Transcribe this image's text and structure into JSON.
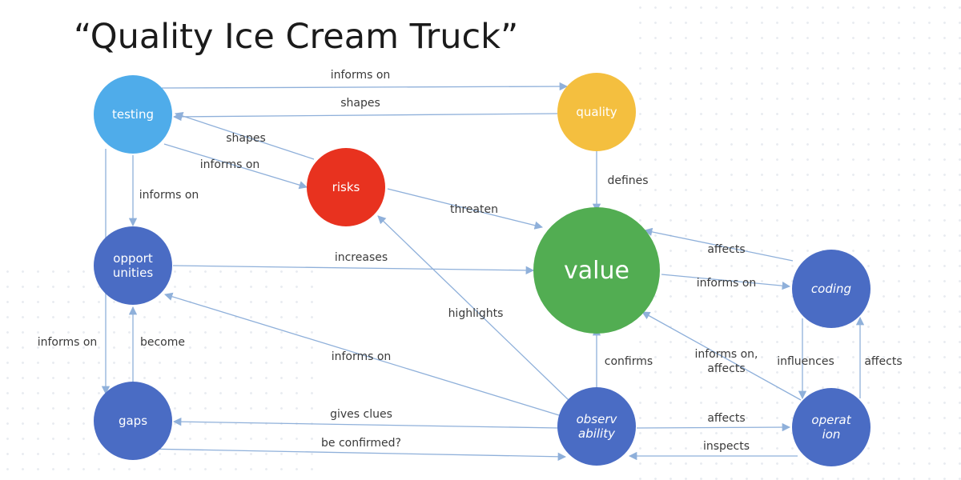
{
  "title": "“Quality Ice Cream Truck”",
  "colors": {
    "light_blue": "#4facea",
    "yellow": "#f4bf3f",
    "red": "#e8321f",
    "green": "#52ad52",
    "dark_blue": "#4a6cc4",
    "edge": "#8fb0da"
  },
  "nodes": {
    "testing": {
      "lines": [
        "testing"
      ]
    },
    "quality": {
      "lines": [
        "quality"
      ]
    },
    "risks": {
      "lines": [
        "risks"
      ]
    },
    "value": {
      "lines": [
        "value"
      ]
    },
    "opportunities": {
      "lines": [
        "opport",
        "unities"
      ]
    },
    "coding": {
      "lines": [
        "coding"
      ]
    },
    "gaps": {
      "lines": [
        "gaps"
      ]
    },
    "observability": {
      "lines": [
        "observ",
        "ability"
      ]
    },
    "operation": {
      "lines": [
        "operat",
        "ion"
      ]
    }
  },
  "edges": {
    "testing_quality": [
      "informs on"
    ],
    "quality_testing": [
      "shapes"
    ],
    "risks_testing": [
      "shapes"
    ],
    "testing_risks": [
      "informs on"
    ],
    "testing_opportunities": [
      "informs on"
    ],
    "testing_gaps": [],
    "quality_value": [
      "defines"
    ],
    "risks_value": [
      "threaten"
    ],
    "opportunities_value": [
      "increases"
    ],
    "coding_value": [
      "affects"
    ],
    "value_coding": [
      "informs on"
    ],
    "observability_risks": [
      "highlights"
    ],
    "gaps_opportunities": [
      "become"
    ],
    "observability_opportunities": [
      "informs on"
    ],
    "observability_value": [
      "confirms"
    ],
    "operation_value": [
      "informs on,",
      "affects"
    ],
    "coding_operation": [
      "influences"
    ],
    "operation_coding": [
      "affects"
    ],
    "observability_gaps": [
      "gives clues"
    ],
    "gaps_observability": [
      "be confirmed?"
    ],
    "observability_operation": [
      "affects"
    ],
    "operation_observability": [
      "inspects"
    ],
    "left_loop": [
      "informs on"
    ]
  }
}
